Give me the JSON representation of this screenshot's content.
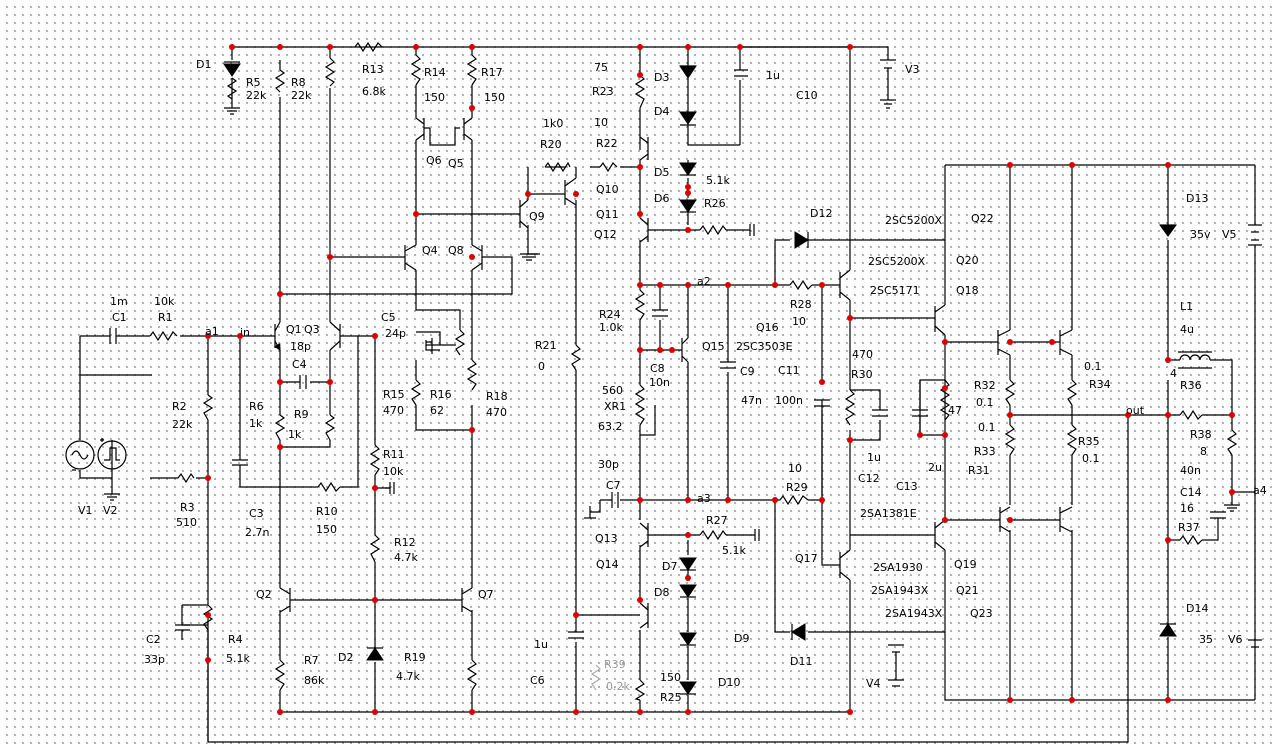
{
  "labels": [
    {
      "id": "D1",
      "t": "D1"
    },
    {
      "id": "R5",
      "t": "R5"
    },
    {
      "id": "R5v",
      "t": "22k"
    },
    {
      "id": "R8",
      "t": "R8"
    },
    {
      "id": "R8v",
      "t": "22k"
    },
    {
      "id": "R13",
      "t": "R13"
    },
    {
      "id": "R13v",
      "t": "6.8k"
    },
    {
      "id": "R14",
      "t": "R14"
    },
    {
      "id": "R14v",
      "t": "150"
    },
    {
      "id": "R17",
      "t": "R17"
    },
    {
      "id": "R17v",
      "t": "150"
    },
    {
      "id": "v75",
      "t": "75"
    },
    {
      "id": "R23",
      "t": "R23"
    },
    {
      "id": "v10",
      "t": "10"
    },
    {
      "id": "D3",
      "t": "D3"
    },
    {
      "id": "D4",
      "t": "D4"
    },
    {
      "id": "v1u",
      "t": "1u"
    },
    {
      "id": "C10",
      "t": "C10"
    },
    {
      "id": "V3",
      "t": "V3"
    },
    {
      "id": "v1k0",
      "t": "1k0"
    },
    {
      "id": "R20",
      "t": "R20"
    },
    {
      "id": "R22",
      "t": "R22"
    },
    {
      "id": "Q6",
      "t": "Q6"
    },
    {
      "id": "Q5",
      "t": "Q5"
    },
    {
      "id": "D5",
      "t": "D5"
    },
    {
      "id": "v51k",
      "t": "5.1k"
    },
    {
      "id": "D6",
      "t": "D6"
    },
    {
      "id": "R26",
      "t": "R26"
    },
    {
      "id": "Q10",
      "t": "Q10"
    },
    {
      "id": "Q11",
      "t": "Q11"
    },
    {
      "id": "Q12",
      "t": "Q12"
    },
    {
      "id": "Q9",
      "t": "Q9"
    },
    {
      "id": "D12",
      "t": "D12"
    },
    {
      "id": "s5200a",
      "t": "2SC5200X"
    },
    {
      "id": "Q22",
      "t": "Q22"
    },
    {
      "id": "s5200b",
      "t": "2SC5200X"
    },
    {
      "id": "Q20",
      "t": "Q20"
    },
    {
      "id": "s5171",
      "t": "2SC5171"
    },
    {
      "id": "Q18",
      "t": "Q18"
    },
    {
      "id": "D13",
      "t": "D13"
    },
    {
      "id": "v35a",
      "t": "35v"
    },
    {
      "id": "V5",
      "t": "V5"
    },
    {
      "id": "Q4",
      "t": "Q4"
    },
    {
      "id": "Q8",
      "t": "Q8"
    },
    {
      "id": "v1m",
      "t": "1m"
    },
    {
      "id": "C1",
      "t": "C1"
    },
    {
      "id": "v10k",
      "t": "10k"
    },
    {
      "id": "R1",
      "t": "R1"
    },
    {
      "id": "a1",
      "t": "a1"
    },
    {
      "id": "in",
      "t": "in"
    },
    {
      "id": "Q1",
      "t": "Q1"
    },
    {
      "id": "Q3",
      "t": "Q3"
    },
    {
      "id": "v18p",
      "t": "18p"
    },
    {
      "id": "C5",
      "t": "C5"
    },
    {
      "id": "v24p",
      "t": "24p"
    },
    {
      "id": "a2",
      "t": "a2"
    },
    {
      "id": "R28",
      "t": "R28"
    },
    {
      "id": "v10b",
      "t": "10"
    },
    {
      "id": "R24",
      "t": "R24"
    },
    {
      "id": "v10k2",
      "t": "1.0k"
    },
    {
      "id": "Q16",
      "t": "Q16"
    },
    {
      "id": "R21",
      "t": "R21"
    },
    {
      "id": "v0",
      "t": "0"
    },
    {
      "id": "Q15",
      "t": "Q15"
    },
    {
      "id": "s3503",
      "t": "2SC3503E"
    },
    {
      "id": "L1",
      "t": "L1"
    },
    {
      "id": "v4u",
      "t": "4u"
    },
    {
      "id": "C4",
      "t": "C4"
    },
    {
      "id": "C8",
      "t": "C8"
    },
    {
      "id": "v10n",
      "t": "10n"
    },
    {
      "id": "C9",
      "t": "C9"
    },
    {
      "id": "C11",
      "t": "C11"
    },
    {
      "id": "v470a",
      "t": "470"
    },
    {
      "id": "R30",
      "t": "R30"
    },
    {
      "id": "v01a",
      "t": "0.1"
    },
    {
      "id": "R34",
      "t": "R34"
    },
    {
      "id": "v4",
      "t": "4"
    },
    {
      "id": "R36",
      "t": "R36"
    },
    {
      "id": "R6",
      "t": "R6"
    },
    {
      "id": "v1ka",
      "t": "1k"
    },
    {
      "id": "R9",
      "t": "R9"
    },
    {
      "id": "v1kb",
      "t": "1k"
    },
    {
      "id": "R15",
      "t": "R15"
    },
    {
      "id": "v470b",
      "t": "470"
    },
    {
      "id": "R16",
      "t": "R16"
    },
    {
      "id": "v62",
      "t": "62"
    },
    {
      "id": "R18",
      "t": "R18"
    },
    {
      "id": "v470c",
      "t": "470"
    },
    {
      "id": "v560",
      "t": "560"
    },
    {
      "id": "XR1",
      "t": "XR1"
    },
    {
      "id": "v632",
      "t": "63.2"
    },
    {
      "id": "v47n",
      "t": "47n"
    },
    {
      "id": "v100n",
      "t": "100n"
    },
    {
      "id": "R32",
      "t": "R32"
    },
    {
      "id": "v01b",
      "t": "0.1"
    },
    {
      "id": "v47",
      "t": "47"
    },
    {
      "id": "v01c",
      "t": "0.1"
    },
    {
      "id": "R33",
      "t": "R33"
    },
    {
      "id": "R35",
      "t": "R35"
    },
    {
      "id": "v01d",
      "t": "0.1"
    },
    {
      "id": "R2",
      "t": "R2"
    },
    {
      "id": "v22k",
      "t": "22k"
    },
    {
      "id": "R11",
      "t": "R11"
    },
    {
      "id": "v10kb",
      "t": "10k"
    },
    {
      "id": "out",
      "t": "out"
    },
    {
      "id": "R38",
      "t": "R38"
    },
    {
      "id": "v8",
      "t": "8"
    },
    {
      "id": "v1ub",
      "t": "1u"
    },
    {
      "id": "v2u",
      "t": "2u"
    },
    {
      "id": "R31",
      "t": "R31"
    },
    {
      "id": "V1",
      "t": "V1"
    },
    {
      "id": "V2",
      "t": "V2"
    },
    {
      "id": "R3",
      "t": "R3"
    },
    {
      "id": "v510",
      "t": "510"
    },
    {
      "id": "C3",
      "t": "C3"
    },
    {
      "id": "v27n",
      "t": "2.7n"
    },
    {
      "id": "R10",
      "t": "R10"
    },
    {
      "id": "v150a",
      "t": "150"
    },
    {
      "id": "v30p",
      "t": "30p"
    },
    {
      "id": "C7",
      "t": "C7"
    },
    {
      "id": "a3",
      "t": "a3"
    },
    {
      "id": "v10c",
      "t": "10"
    },
    {
      "id": "R29",
      "t": "R29"
    },
    {
      "id": "C12",
      "t": "C12"
    },
    {
      "id": "C13",
      "t": "C13"
    },
    {
      "id": "v40n",
      "t": "40n"
    },
    {
      "id": "C14",
      "t": "C14"
    },
    {
      "id": "v16",
      "t": "16"
    },
    {
      "id": "a4",
      "t": "a4"
    },
    {
      "id": "s1381",
      "t": "2SA1381E"
    },
    {
      "id": "R27",
      "t": "R27"
    },
    {
      "id": "Q13",
      "t": "Q13"
    },
    {
      "id": "R12",
      "t": "R12"
    },
    {
      "id": "v47k",
      "t": "4.7k"
    },
    {
      "id": "v51kb",
      "t": "5.1k"
    },
    {
      "id": "Q14",
      "t": "Q14"
    },
    {
      "id": "D7",
      "t": "D7"
    },
    {
      "id": "R37",
      "t": "R37"
    },
    {
      "id": "s1930",
      "t": "2SA1930"
    },
    {
      "id": "Q19",
      "t": "Q19"
    },
    {
      "id": "Q17",
      "t": "Q17"
    },
    {
      "id": "Q2",
      "t": "Q2"
    },
    {
      "id": "Q7",
      "t": "Q7"
    },
    {
      "id": "D8",
      "t": "D8"
    },
    {
      "id": "s1943a",
      "t": "2SA1943X"
    },
    {
      "id": "Q21",
      "t": "Q21"
    },
    {
      "id": "s1943b",
      "t": "2SA1943X"
    },
    {
      "id": "Q23",
      "t": "Q23"
    },
    {
      "id": "C2",
      "t": "C2"
    },
    {
      "id": "R4",
      "t": "R4"
    },
    {
      "id": "D9",
      "t": "D9"
    },
    {
      "id": "D11",
      "t": "D11"
    },
    {
      "id": "D14",
      "t": "D14"
    },
    {
      "id": "v35b",
      "t": "35"
    },
    {
      "id": "V6",
      "t": "V6"
    },
    {
      "id": "v33p",
      "t": "33p"
    },
    {
      "id": "v51kc",
      "t": "5.1k"
    },
    {
      "id": "D2",
      "t": "D2"
    },
    {
      "id": "R19",
      "t": "R19"
    },
    {
      "id": "v1uc",
      "t": "1u"
    },
    {
      "id": "R7",
      "t": "R7"
    },
    {
      "id": "v86k",
      "t": "86k"
    },
    {
      "id": "v47kb",
      "t": "4.7k"
    },
    {
      "id": "C6",
      "t": "C6"
    },
    {
      "id": "v150b",
      "t": "150"
    },
    {
      "id": "R25",
      "t": "R25"
    },
    {
      "id": "D10",
      "t": "D10"
    },
    {
      "id": "V4",
      "t": "V4"
    }
  ],
  "ghost": [
    {
      "id": "R39",
      "t": "R39"
    },
    {
      "id": "v02k",
      "t": "0.2k"
    }
  ]
}
